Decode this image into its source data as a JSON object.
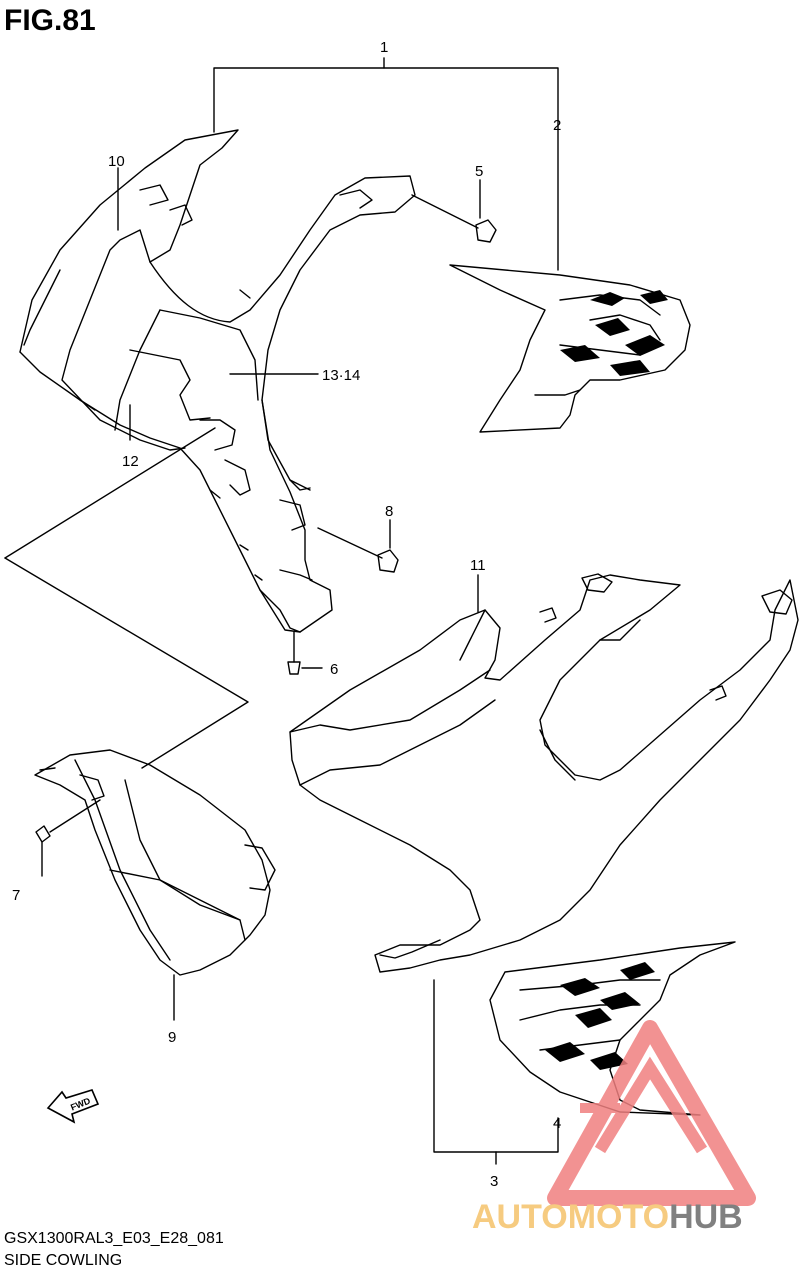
{
  "figure": {
    "title": "FIG.81",
    "code": "GSX1300RAL3_E03_E28_081",
    "name": "SIDE COWLING"
  },
  "callouts": {
    "c1": "1",
    "c2": "2",
    "c3": "3",
    "c4": "4",
    "c5": "5",
    "c6": "6",
    "c7": "7",
    "c8": "8",
    "c9": "9",
    "c10": "10",
    "c11": "11",
    "c12": "12",
    "c13_14": "13·14"
  },
  "fwd_label": "FWD",
  "watermark": {
    "part1": "AUTOMOTO",
    "part2": "HUB",
    "color_primary": "#f08080",
    "color_secondary": "#f5c26b",
    "color_dark": "#6b6b6b"
  }
}
